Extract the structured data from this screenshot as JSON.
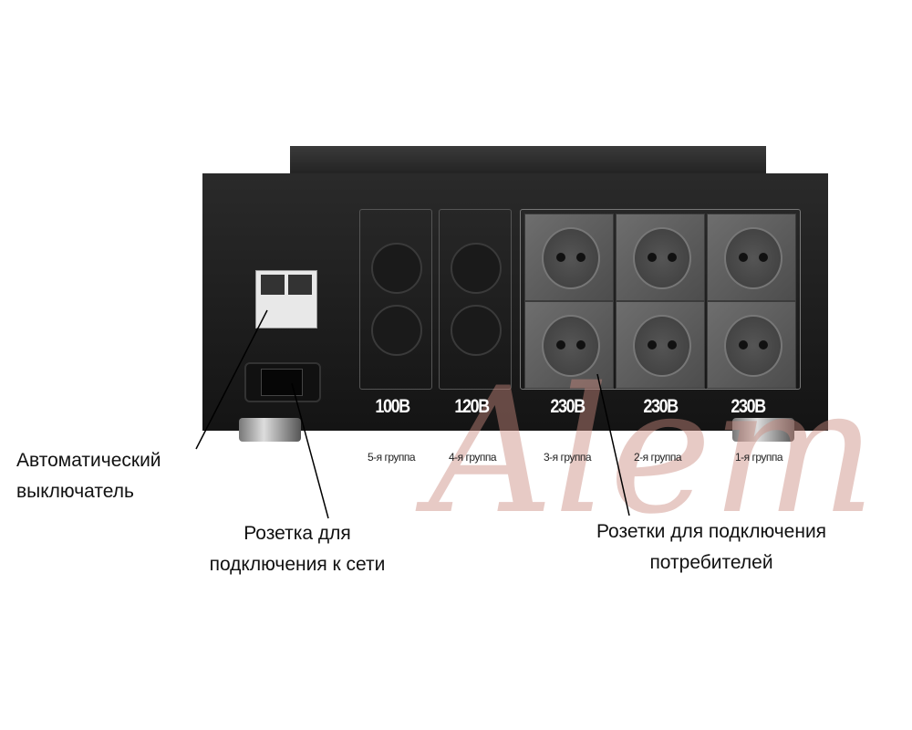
{
  "voltages": [
    "100B",
    "120B",
    "230B",
    "230B",
    "230B"
  ],
  "groups": [
    "5-я группа",
    "4-я группа",
    "3-я группа",
    "2-я группа",
    "1-я группа"
  ],
  "callouts": {
    "breaker": [
      "Автоматический",
      "выключатель"
    ],
    "mains": [
      "Розетка для",
      "подключения к сети"
    ],
    "outlets": [
      "Розетки для подключения",
      "потребителей"
    ]
  },
  "watermark": "Alem",
  "colors": {
    "chassis": "#1a1a1a",
    "watermark": "#c98a7f"
  }
}
